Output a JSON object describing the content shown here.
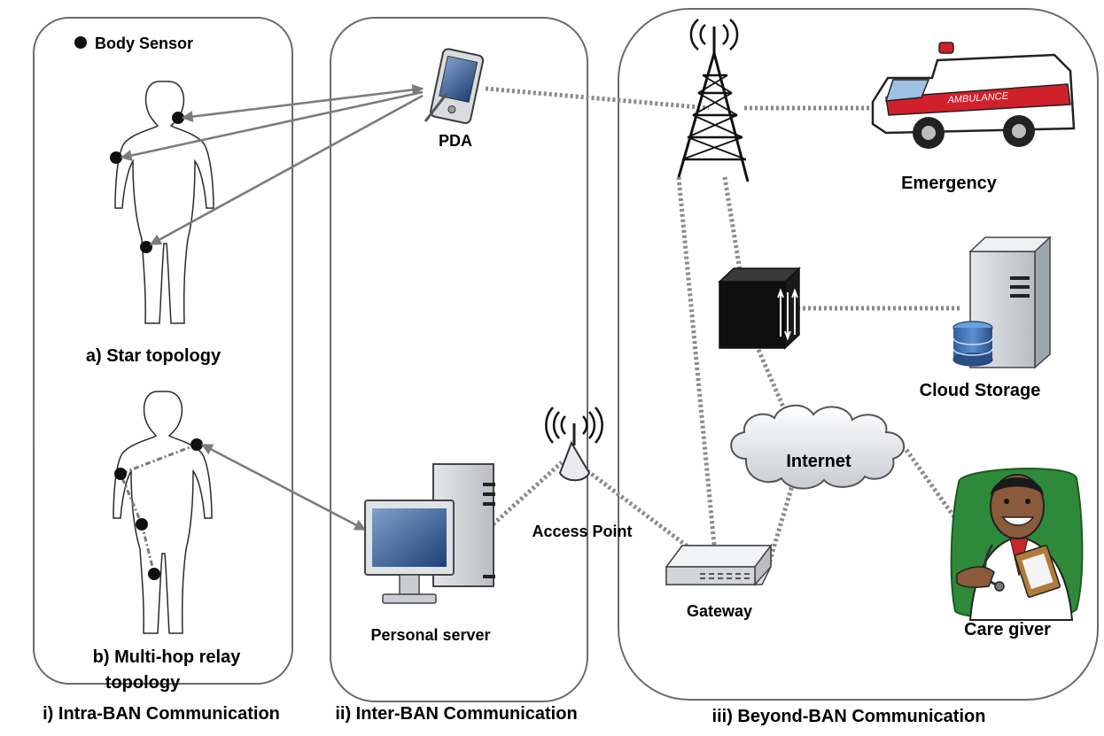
{
  "legend": {
    "body_sensor": "Body Sensor"
  },
  "panels": {
    "intra": {
      "caption": "i) Intra-BAN Communication",
      "star_label": "a) Star topology",
      "multihop_label_line1": "b) Multi-hop relay",
      "multihop_label_line2": "topology"
    },
    "inter": {
      "caption": "ii) Inter-BAN Communication",
      "pda": "PDA",
      "personal_server": "Personal server",
      "access_point": "Access Point"
    },
    "beyond": {
      "caption": "iii) Beyond-BAN Communication",
      "emergency": "Emergency",
      "ambulance_text": "AMBULANCE",
      "cloud_storage": "Cloud Storage",
      "internet": "Internet",
      "gateway": "Gateway",
      "care_giver": "Care giver"
    }
  },
  "colors": {
    "panel_border": "#6b6b6b",
    "link_dotted": "#8a8a8a",
    "arrow": "#7c7c7c",
    "sensor": "#111111",
    "ambulance_stripe": "#d0202a",
    "caregiver_bg": "#2e8a3a"
  }
}
